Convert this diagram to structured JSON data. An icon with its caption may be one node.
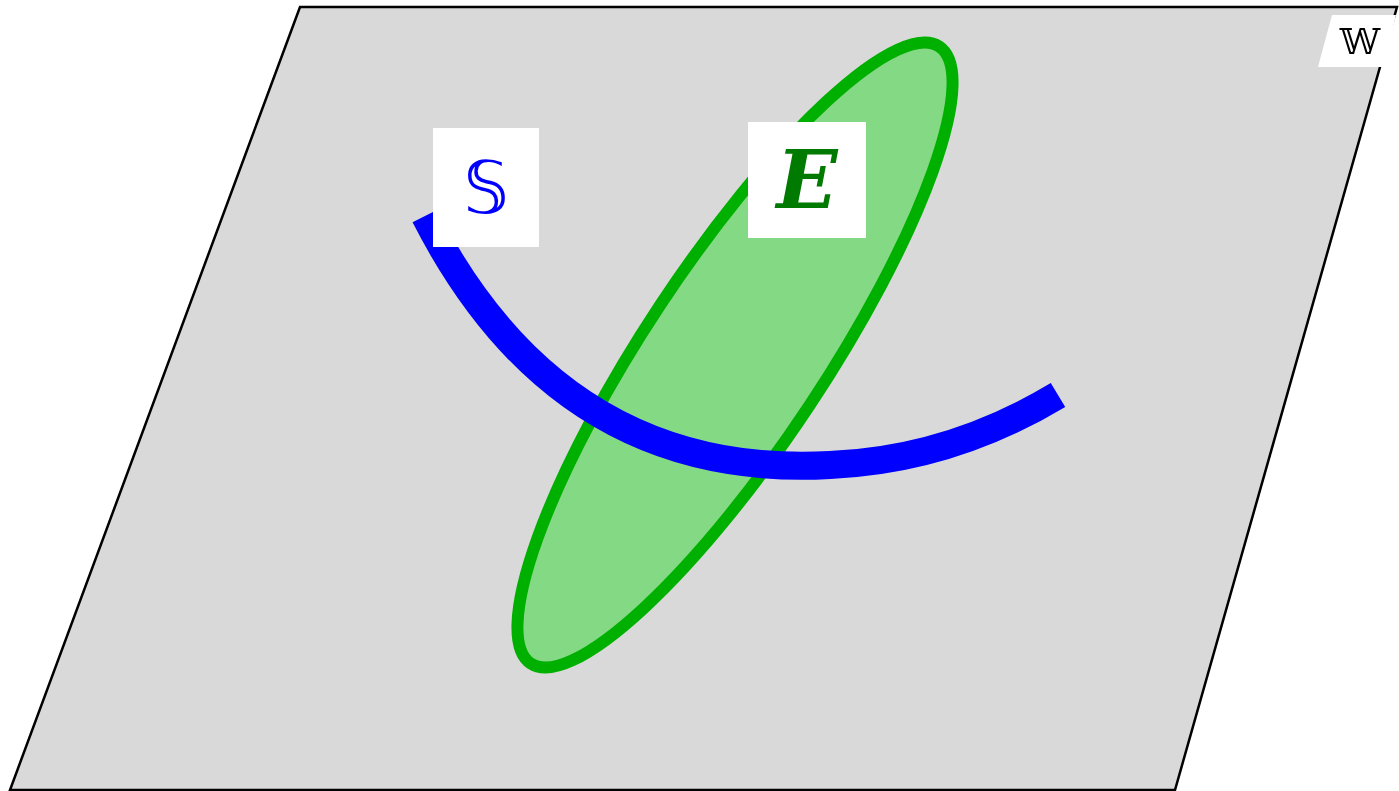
{
  "diagram": {
    "nodes": [
      {
        "text": [
          "𝕎"
        ]
      },
      {
        "text": [
          "E"
        ],
        "in": 0
      }
    ],
    "labels": [
      "𝕊"
    ]
  }
}
